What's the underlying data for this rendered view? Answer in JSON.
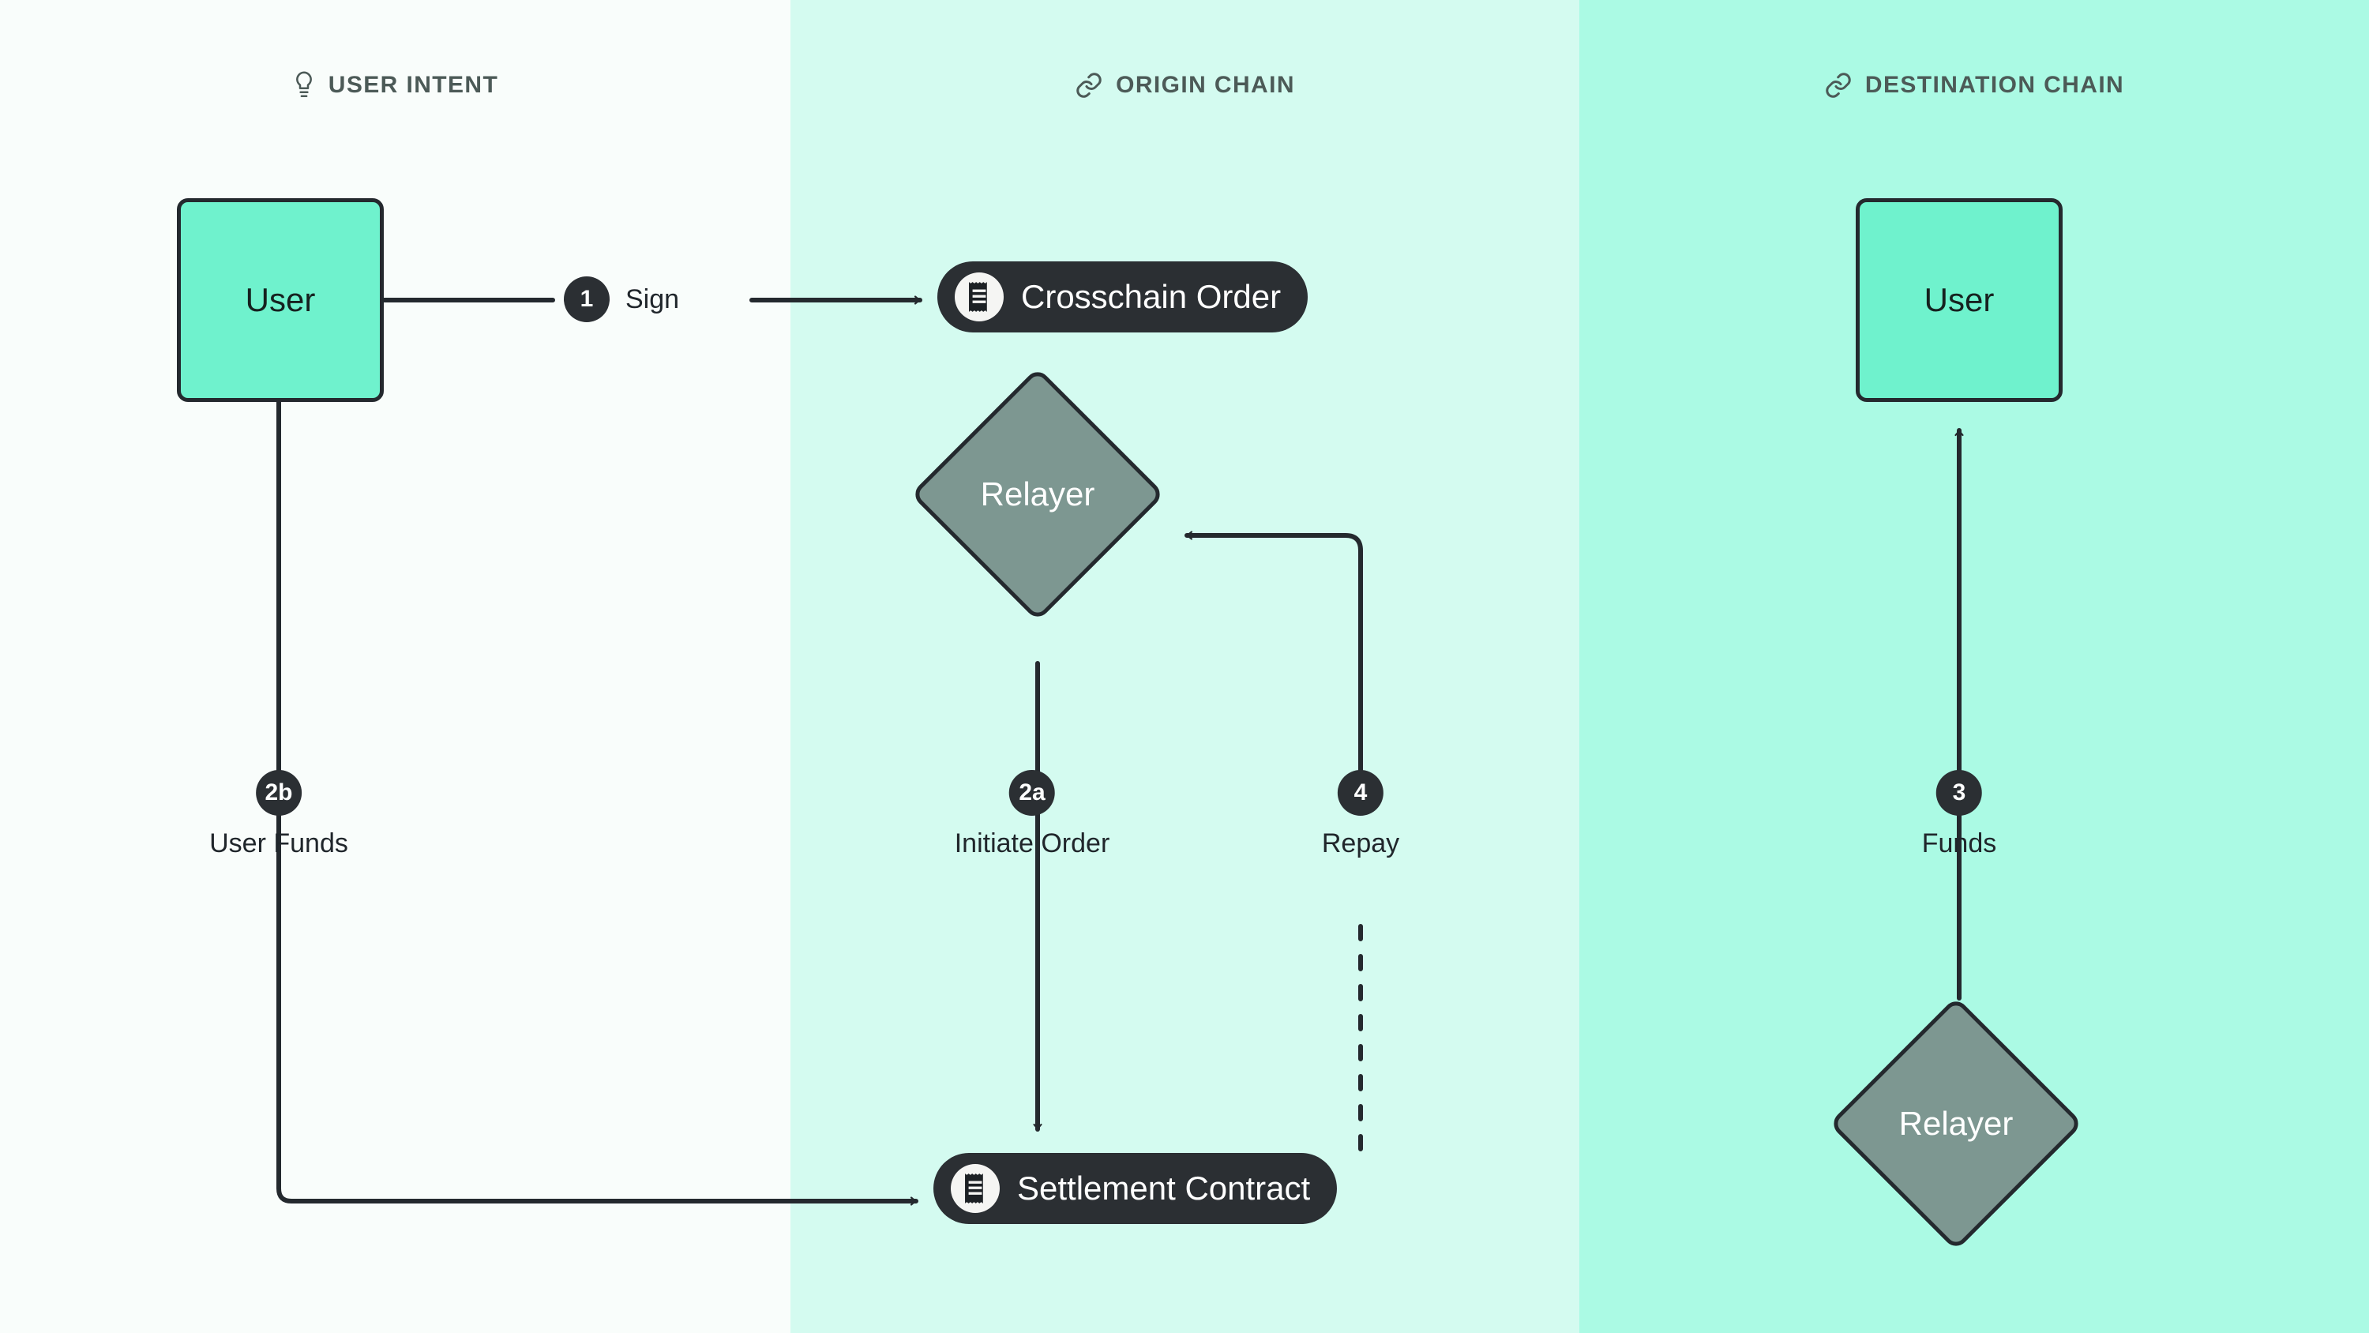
{
  "columns": [
    {
      "id": "user-intent",
      "title": "USER INTENT",
      "icon": "lightbulb-icon",
      "bg": "#f9fdfb"
    },
    {
      "id": "origin-chain",
      "title": "ORIGIN CHAIN",
      "icon": "chain-link-icon",
      "bg": "#d4fbf0"
    },
    {
      "id": "destination-chain",
      "title": "DESTINATION CHAIN",
      "icon": "chain-link-icon",
      "bg": "#abfae4"
    }
  ],
  "nodes": {
    "user_origin": {
      "label": "User",
      "shape": "rounded-square",
      "fill": "#6ff2cd",
      "stroke": "#24292e"
    },
    "user_dest": {
      "label": "User",
      "shape": "rounded-square",
      "fill": "#6ff2cd",
      "stroke": "#24292e"
    },
    "relayer_origin": {
      "label": "Relayer",
      "shape": "diamond",
      "fill": "#7d9791",
      "stroke": "#24292e"
    },
    "relayer_dest": {
      "label": "Relayer",
      "shape": "diamond",
      "fill": "#7d9791",
      "stroke": "#24292e"
    },
    "crosschain_order": {
      "label": "Crosschain Order",
      "shape": "pill",
      "fill": "#2b2f33",
      "icon": "receipt-icon"
    },
    "settlement_contract": {
      "label": "Settlement Contract",
      "shape": "pill",
      "fill": "#2b2f33",
      "icon": "receipt-icon"
    }
  },
  "steps": [
    {
      "id": "step-1",
      "badge": "1",
      "label": "Sign",
      "column": "user-intent",
      "style": "solid"
    },
    {
      "id": "step-2a",
      "badge": "2a",
      "label": "Initiate Order",
      "column": "origin-chain",
      "style": "solid"
    },
    {
      "id": "step-2b",
      "badge": "2b",
      "label": "User Funds",
      "column": "user-intent",
      "style": "solid"
    },
    {
      "id": "step-3",
      "badge": "3",
      "label": "Funds",
      "column": "destination-chain",
      "style": "solid"
    },
    {
      "id": "step-4",
      "badge": "4",
      "label": "Repay",
      "column": "origin-chain",
      "style": "dashed"
    }
  ],
  "colors": {
    "ink": "#2b2f33",
    "stroke": "#24292e",
    "accent": "#6ff2cd",
    "relayer": "#7d9791",
    "header_text": "#4c5a57"
  }
}
